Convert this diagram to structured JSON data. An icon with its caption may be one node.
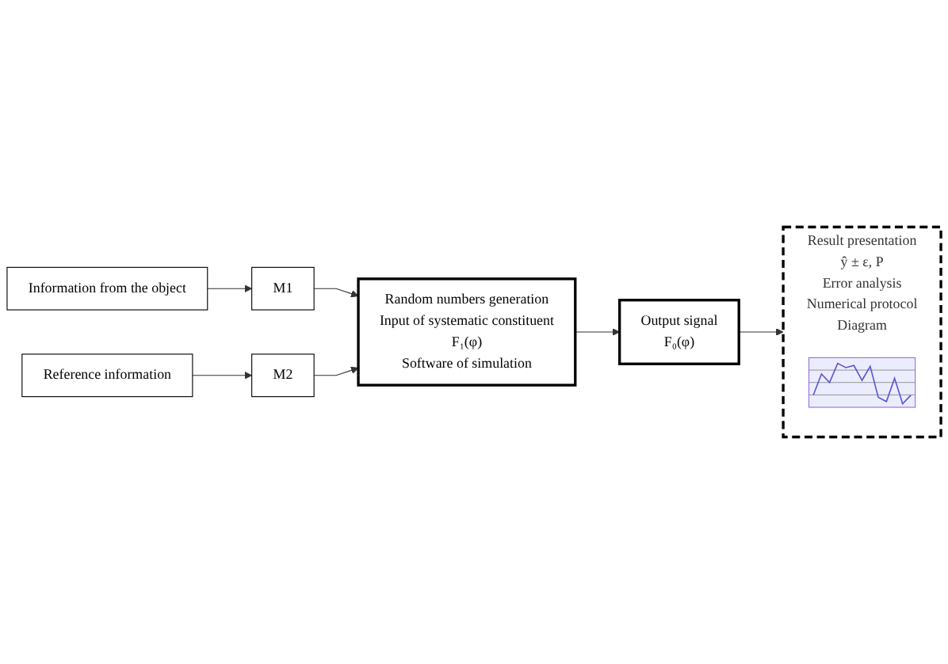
{
  "diagram": {
    "nodes": [
      {
        "text": [
          "Information from the object"
        ]
      },
      {
        "text": [
          "M1"
        ]
      },
      {
        "text": [
          "Reference information"
        ]
      },
      {
        "text": [
          "M2"
        ]
      },
      {
        "text": [
          "Random numbers generation",
          "Input of systematic constituent",
          "F₁(φ)",
          "Software of simulation"
        ]
      },
      {
        "text": [
          "Output signal",
          "F₀(φ)"
        ]
      },
      {
        "text": [
          "Result presentation",
          "ŷ ± ε, P",
          "Error analysis",
          "Numerical protocol",
          "Diagram"
        ]
      },
      {
        "text": [],
        "shape": "picture",
        "in": 6
      }
    ],
    "edges": [
      {
        "from": 0,
        "to": 1,
        "arrow": "to"
      },
      {
        "from": 1,
        "to": 4,
        "arrow": "to"
      },
      {
        "from": 2,
        "to": 3,
        "arrow": "to"
      },
      {
        "from": 3,
        "to": 4,
        "arrow": "to"
      },
      {
        "from": 4,
        "to": 5,
        "arrow": "to"
      },
      {
        "from": 5,
        "to": 6,
        "arrow": "to"
      }
    ]
  }
}
